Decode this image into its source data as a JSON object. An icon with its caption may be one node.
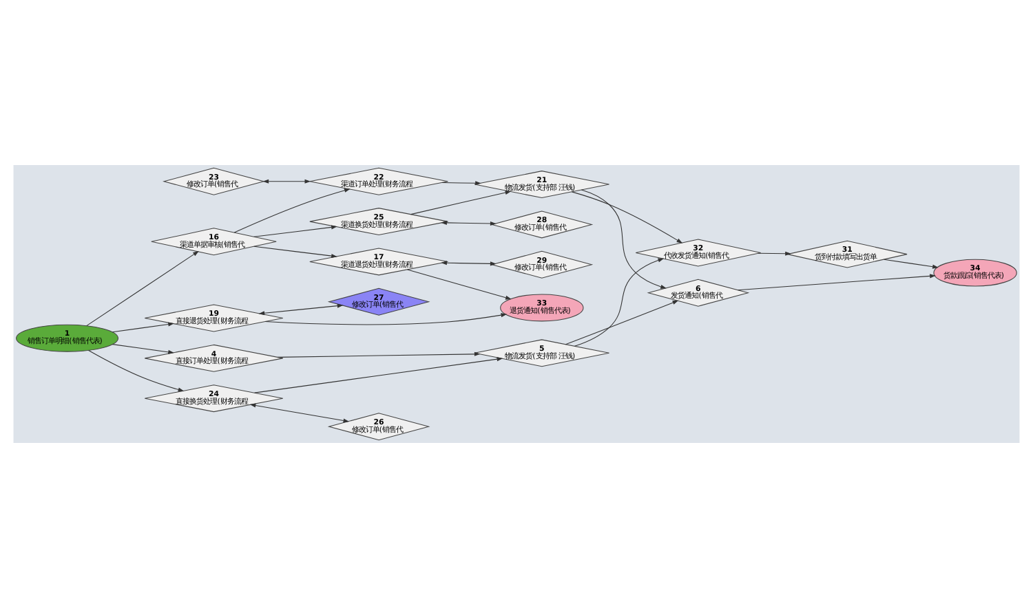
{
  "diagram": {
    "nodes": [
      {
        "text": [
          "1",
          "销售订单明细(销售代表)"
        ]
      },
      {
        "text": [
          "4",
          "直接订单处理(财务流程"
        ]
      },
      {
        "text": [
          "24",
          "直接换货处理(财务流程"
        ]
      },
      {
        "text": [
          "19",
          "直接退货处理(财务流程"
        ]
      },
      {
        "text": [
          "23",
          "修改订单(销售代"
        ]
      },
      {
        "text": [
          "5",
          "物流发货(支持部 汪钱)"
        ]
      },
      {
        "text": [
          "26",
          "修改订单(销售代"
        ]
      },
      {
        "text": [
          "27",
          "修改订单(销售代"
        ]
      },
      {
        "text": [
          "32",
          "代收发货通知(销售代"
        ]
      },
      {
        "text": [
          "31",
          "货到付款填写出货单"
        ]
      },
      {
        "text": [
          "6",
          "发货通知(销售代"
        ]
      },
      {
        "text": [
          "34",
          "货款跟踪(销售代表)"
        ]
      },
      {
        "text": [
          "22",
          "渠道订单处理(财务流程"
        ]
      },
      {
        "text": [
          "16",
          "渠道单据审核(销售代"
        ]
      },
      {
        "text": [
          "21",
          "物流发货(支持部 汪钱)"
        ]
      },
      {
        "text": [
          "25",
          "渠道换货处理(财务流程"
        ]
      },
      {
        "text": [
          "28",
          "修改订单(销售代"
        ]
      },
      {
        "text": [
          "17",
          "渠道退货处理(财务流程"
        ]
      },
      {
        "text": [
          "33",
          "退货通知(销售代表)"
        ]
      },
      {
        "text": [
          "29",
          "修改订单(销售代"
        ]
      }
    ],
    "edges": [
      {
        "from": 0,
        "to": 1,
        "arrow": "to"
      },
      {
        "from": 0,
        "to": 2,
        "arrow": "to"
      },
      {
        "from": 0,
        "to": 3,
        "arrow": "to"
      },
      {
        "from": 0,
        "to": 13,
        "arrow": "to"
      },
      {
        "from": 1,
        "to": 5,
        "arrow": "to"
      },
      {
        "from": 2,
        "to": 5,
        "arrow": "to"
      },
      {
        "from": 2,
        "to": 6,
        "arrow": "both"
      },
      {
        "from": 3,
        "to": 7,
        "arrow": "both"
      },
      {
        "from": 3,
        "to": 18,
        "arrow": "to"
      },
      {
        "from": 4,
        "to": 12,
        "arrow": "both"
      },
      {
        "from": 13,
        "to": 12,
        "arrow": "to"
      },
      {
        "from": 13,
        "to": 15,
        "arrow": "to"
      },
      {
        "from": 13,
        "to": 17,
        "arrow": "to"
      },
      {
        "from": 12,
        "to": 14,
        "arrow": "to"
      },
      {
        "from": 15,
        "to": 14,
        "arrow": "to"
      },
      {
        "from": 15,
        "to": 16,
        "arrow": "both"
      },
      {
        "from": 17,
        "to": 19,
        "arrow": "both"
      },
      {
        "from": 17,
        "to": 18,
        "arrow": "to"
      },
      {
        "from": 5,
        "to": 8,
        "arrow": "to"
      },
      {
        "from": 5,
        "to": 10,
        "arrow": "to"
      },
      {
        "from": 14,
        "to": 8,
        "arrow": "to"
      },
      {
        "from": 14,
        "to": 10,
        "arrow": "to"
      },
      {
        "from": 8,
        "to": 9,
        "arrow": "to"
      },
      {
        "from": 9,
        "to": 11,
        "arrow": "to"
      },
      {
        "from": 10,
        "to": 11,
        "arrow": "to"
      }
    ]
  }
}
